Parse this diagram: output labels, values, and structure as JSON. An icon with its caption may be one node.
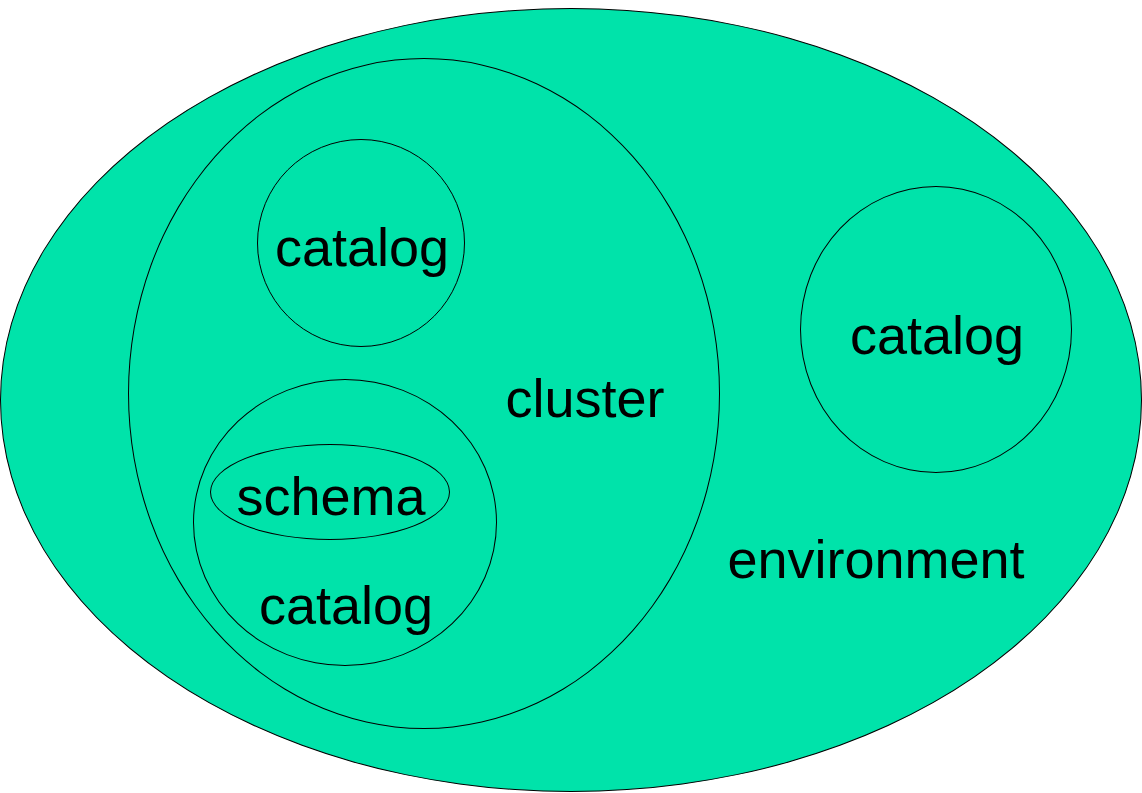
{
  "diagram": {
    "nodes": [
      {
        "text": [
          "environment"
        ]
      },
      {
        "text": [
          "cluster"
        ],
        "in": 0
      },
      {
        "text": [
          "catalog"
        ],
        "in": 1
      },
      {
        "text": [
          "catalog"
        ],
        "in": 1
      },
      {
        "text": [
          "schema"
        ],
        "in": 3
      },
      {
        "text": [
          "catalog"
        ],
        "in": 0
      }
    ]
  }
}
